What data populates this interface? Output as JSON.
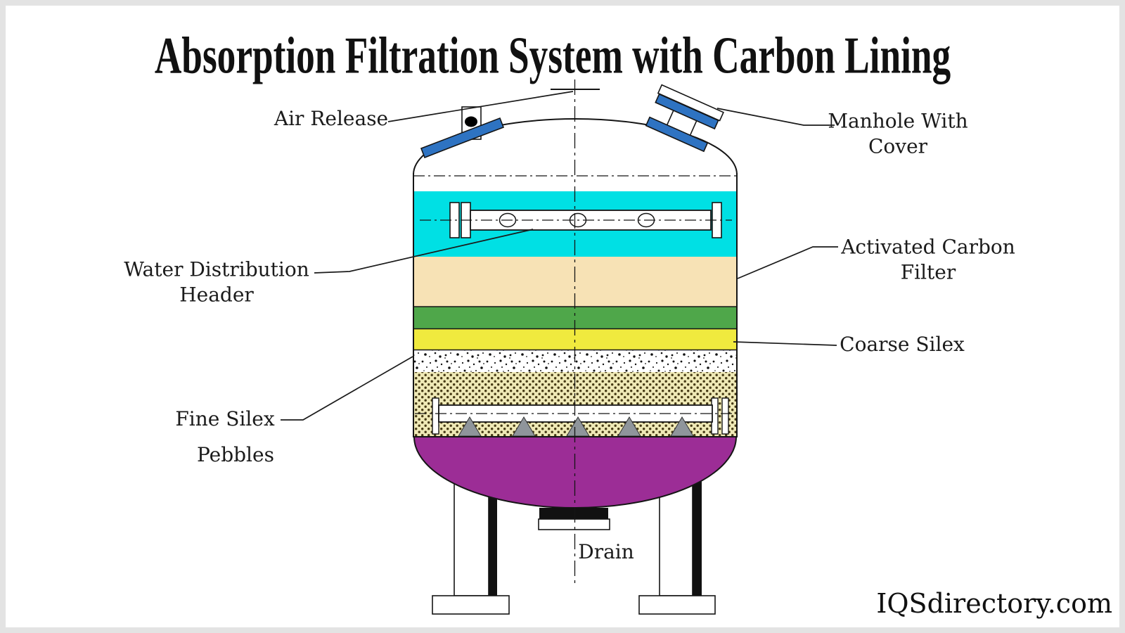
{
  "title": "Absorption Filtration System with Carbon Lining",
  "watermark": "IQSdirectory.com",
  "labels": {
    "air_release": "Air Release",
    "manhole": "Manhole With\nCover",
    "water_header": "Water Distribution\nHeader",
    "activated_carbon": "Activated Carbon\nFilter",
    "coarse_silex": "Coarse Silex",
    "fine_silex": "Fine Silex",
    "pebbles": "Pebbles",
    "drain": "Drain"
  },
  "colors": {
    "water": "#00E0E4",
    "activated_carbon": "#F7E2B5",
    "carbon_media": "#4FA74A",
    "coarse_silex": "#F0EA3E",
    "fine_silex_bg": "#FFFFFF",
    "pebbles_bg": "#EFE9B6",
    "pebble_dot": "#453914",
    "bottom_dome": "#9C2D96",
    "flange_blue": "#2E73C2",
    "nozzle_gray": "#8F959B",
    "line": "#151515"
  }
}
